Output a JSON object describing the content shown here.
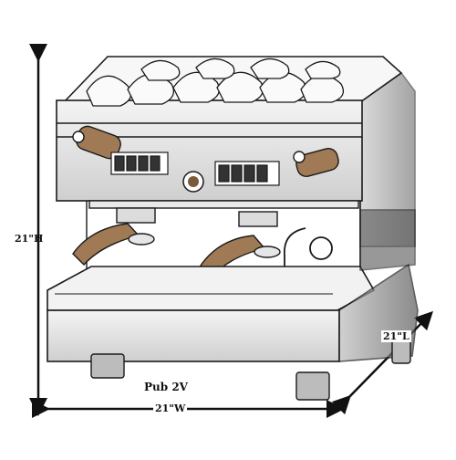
{
  "product": {
    "model_name": "Pub 2V"
  },
  "dimensions": {
    "height_label": "21\"H",
    "width_label": "21\"W",
    "length_label": "21\"L"
  },
  "colors": {
    "line": "#1a1a1a",
    "body_shade": "#d9d9d9",
    "panel_dark": "#333333",
    "accent_brown": "#7a5a3a"
  },
  "icons": [
    "cup-tray-icon",
    "control-keypad-icon",
    "logo-badge-icon",
    "portafilter-icon",
    "steam-wand-icon"
  ]
}
